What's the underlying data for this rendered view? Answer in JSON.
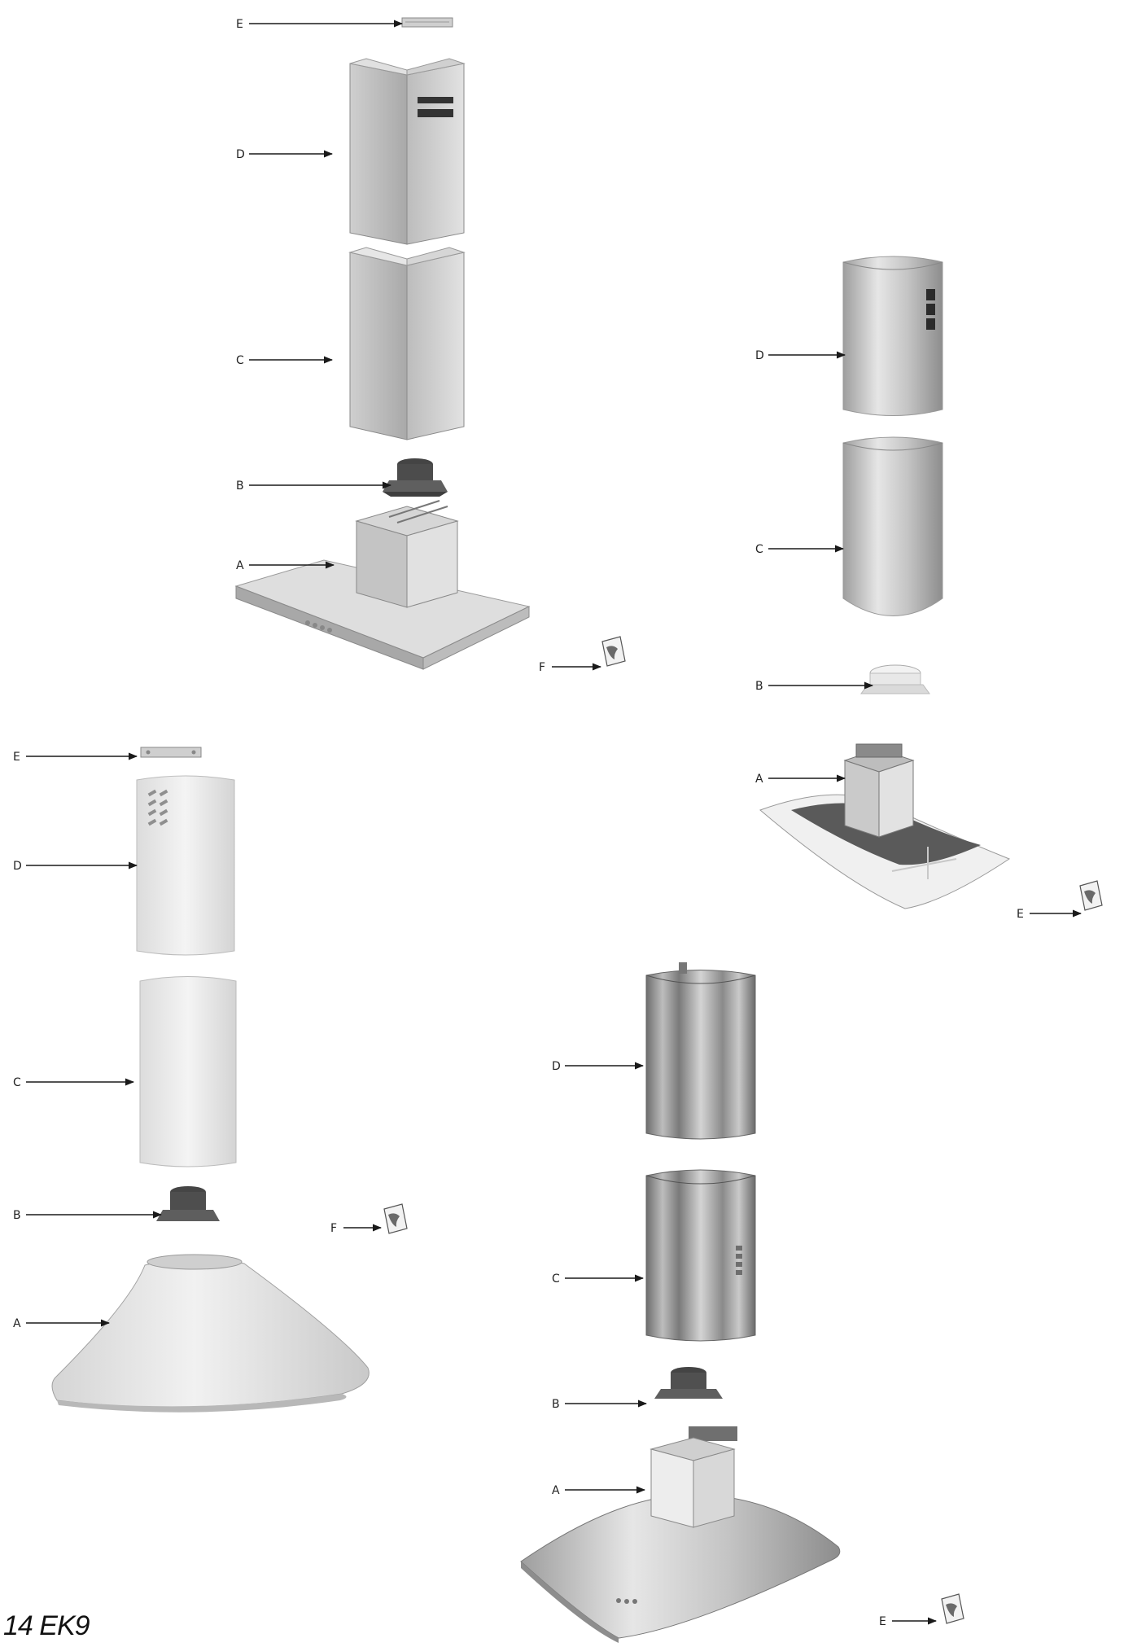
{
  "page_code": "14 EK9",
  "assemblies": [
    {
      "id": "box-hood",
      "callouts": [
        {
          "letter": "E",
          "part": "bracket"
        },
        {
          "letter": "D",
          "part": "upper-chimney"
        },
        {
          "letter": "C",
          "part": "lower-chimney"
        },
        {
          "letter": "B",
          "part": "adapter"
        },
        {
          "letter": "A",
          "part": "hood-body"
        },
        {
          "letter": "F",
          "part": "accessory-bag"
        }
      ]
    },
    {
      "id": "curved-glass-hood",
      "callouts": [
        {
          "letter": "D",
          "part": "upper-chimney"
        },
        {
          "letter": "C",
          "part": "lower-chimney"
        },
        {
          "letter": "B",
          "part": "adapter"
        },
        {
          "letter": "A",
          "part": "hood-body"
        },
        {
          "letter": "E",
          "part": "accessory-bag"
        }
      ]
    },
    {
      "id": "cone-hood",
      "callouts": [
        {
          "letter": "E",
          "part": "bracket"
        },
        {
          "letter": "D",
          "part": "upper-chimney"
        },
        {
          "letter": "C",
          "part": "lower-chimney"
        },
        {
          "letter": "B",
          "part": "adapter"
        },
        {
          "letter": "A",
          "part": "hood-body"
        },
        {
          "letter": "F",
          "part": "accessory-bag"
        }
      ]
    },
    {
      "id": "curved-stainless-hood",
      "callouts": [
        {
          "letter": "D",
          "part": "upper-chimney"
        },
        {
          "letter": "C",
          "part": "lower-chimney"
        },
        {
          "letter": "B",
          "part": "adapter"
        },
        {
          "letter": "A",
          "part": "hood-body"
        },
        {
          "letter": "E",
          "part": "accessory-bag"
        }
      ]
    }
  ],
  "colors": {
    "steel_light": "#d9d9d9",
    "steel_mid": "#b5b5b5",
    "steel_dark": "#7e7e7e",
    "adapter_dark": "#555555",
    "glass_dark": "#5a5a5a",
    "line": "#1a1a1a"
  }
}
